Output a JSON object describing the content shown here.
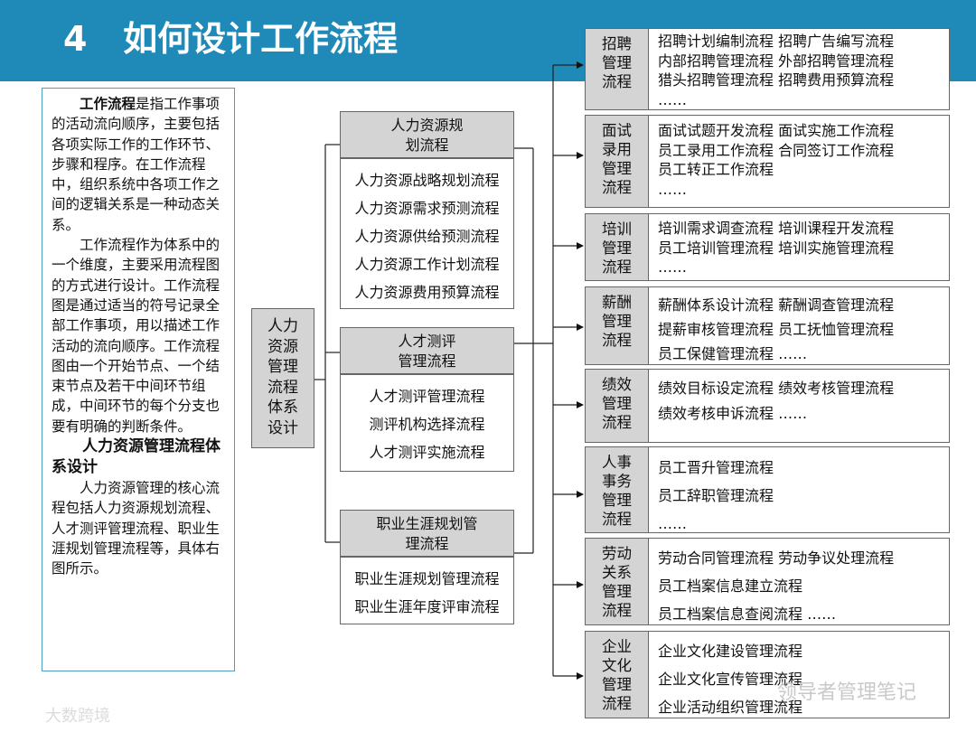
{
  "header": {
    "title": "4   如何设计工作流程"
  },
  "left_text": {
    "p1_bold": "工作流程",
    "p1_rest": "是指工作事项的活动流向顺序，主要包括各项实际工作的工作环节、步骤和程序。在工作流程中，组织系统中各项工作之间的逻辑关系是一种动态关系。",
    "p2": "工作流程作为体系中的一个维度，主要采用流程图的方式进行设计。工作流程图是通过适当的符号记录全部工作事项，用以描述工作活动的流向顺序。工作流程图由一个开始节点、一个结束节点及若干中间环节组成，中间环节的每个分支也要有明确的判断条件。",
    "p3_heading": "人力资源管理流程体系设计",
    "p3": "人力资源管理的核心流程包括人力资源规划流程、人才测评管理流程、职业生涯规划管理流程等，具体右图所示。"
  },
  "root_node": {
    "label": "人力资源管理流程体系设计"
  },
  "middle_groups": [
    {
      "title": "人力资源规划流程",
      "items": [
        "人力资源战略规划流程",
        "人力资源需求预测流程",
        "人力资源供给预测流程",
        "人力资源工作计划流程",
        "人力资源费用预算流程"
      ]
    },
    {
      "title": "人才测评管理流程",
      "items": [
        "人才测评管理流程",
        "测评机构选择流程",
        "人才测评实施流程"
      ]
    },
    {
      "title": "职业生涯规划管理流程",
      "items": [
        "职业生涯规划管理流程",
        "职业生涯年度评审流程"
      ]
    }
  ],
  "right_groups": [
    {
      "label": "招聘管理流程",
      "lines": [
        "招聘计划编制流程  招聘广告编写流程",
        "内部招聘管理流程  外部招聘管理流程",
        "猎头招聘管理流程  招聘费用预算流程",
        "……"
      ]
    },
    {
      "label": "面试录用管理流程",
      "lines": [
        "面试试题开发流程  面试实施工作流程",
        "员工录用工作流程  合同签订工作流程",
        "员工转正工作流程",
        "……"
      ]
    },
    {
      "label": "培训管理流程",
      "lines": [
        "培训需求调查流程  培训课程开发流程",
        "员工培训管理流程  培训实施管理流程",
        "……"
      ]
    },
    {
      "label": "薪酬管理流程",
      "lines": [
        "薪酬体系设计流程  薪酬调查管理流程",
        "提薪审核管理流程  员工抚恤管理流程",
        "员工保健管理流程  ……"
      ]
    },
    {
      "label": "绩效管理流程",
      "lines": [
        "绩效目标设定流程  绩效考核管理流程",
        "绩效考核申诉流程  ……"
      ]
    },
    {
      "label": "人事事务管理流程",
      "lines": [
        "员工晋升管理流程",
        "员工辞职管理流程",
        "……"
      ]
    },
    {
      "label": "劳动关系管理流程",
      "lines": [
        "劳动合同管理流程  劳动争议处理流程",
        "员工档案信息建立流程",
        "员工档案信息查阅流程  ……"
      ]
    },
    {
      "label": "企业文化管理流程",
      "lines": [
        "企业文化建设管理流程",
        "企业文化宣传管理流程",
        "企业活动组织管理流程"
      ]
    }
  ],
  "watermarks": {
    "right": "领导者管理笔记",
    "left": "大数跨境"
  }
}
